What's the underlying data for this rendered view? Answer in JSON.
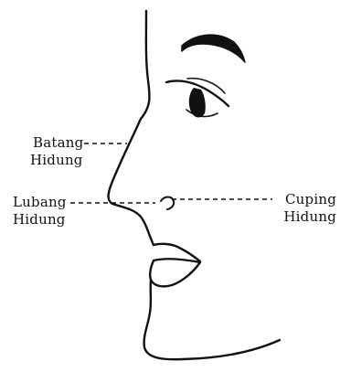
{
  "labels": {
    "batang": {
      "line1": "Batang",
      "line2": "Hidung"
    },
    "lubang": {
      "line1": "Lubang",
      "line2": "Hidung"
    },
    "cuping": {
      "line1": "Cuping",
      "line2": "Hidung"
    }
  },
  "colors": {
    "ink": "#111111",
    "background": "#ffffff"
  }
}
